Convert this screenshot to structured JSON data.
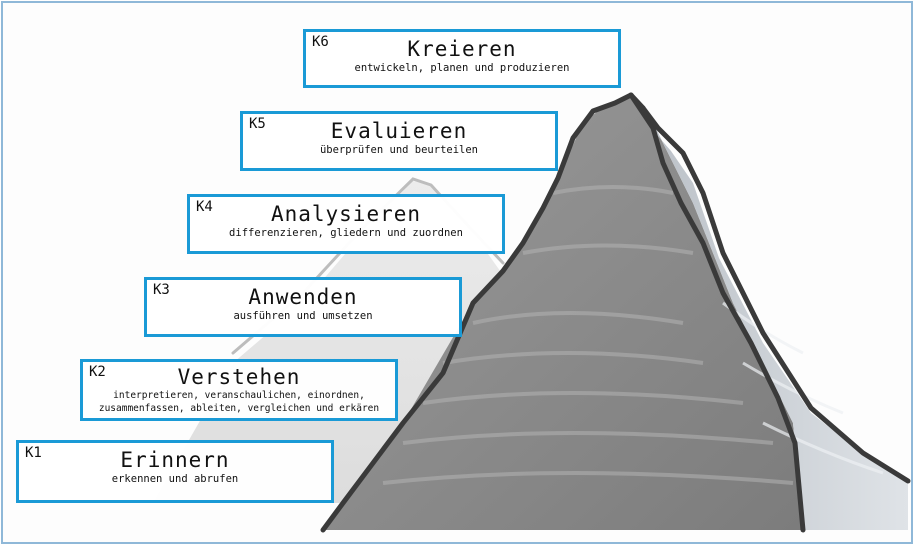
{
  "levels": [
    {
      "code": "K6",
      "title": "Kreieren",
      "description": "entwickeln, planen und produzieren"
    },
    {
      "code": "K5",
      "title": "Evaluieren",
      "description": "überprüfen und beurteilen"
    },
    {
      "code": "K4",
      "title": "Analysieren",
      "description": "differenzieren, gliedern und zuordnen"
    },
    {
      "code": "K3",
      "title": "Anwenden",
      "description": "ausführen und umsetzen"
    },
    {
      "code": "K2",
      "title": "Verstehen",
      "description": "interpretieren, veranschaulichen, einordnen,\nzusammenfassen, ableiten, vergleichen und erkären"
    },
    {
      "code": "K1",
      "title": "Erinnern",
      "description": "erkennen und abrufen"
    }
  ],
  "colors": {
    "box_border": "#1a9ad6",
    "frame_border": "#8fb8d8",
    "mountain_outline": "#3a3a3a",
    "mountain_dark": "#8a8a8a",
    "mountain_light": "#c9ced3"
  }
}
